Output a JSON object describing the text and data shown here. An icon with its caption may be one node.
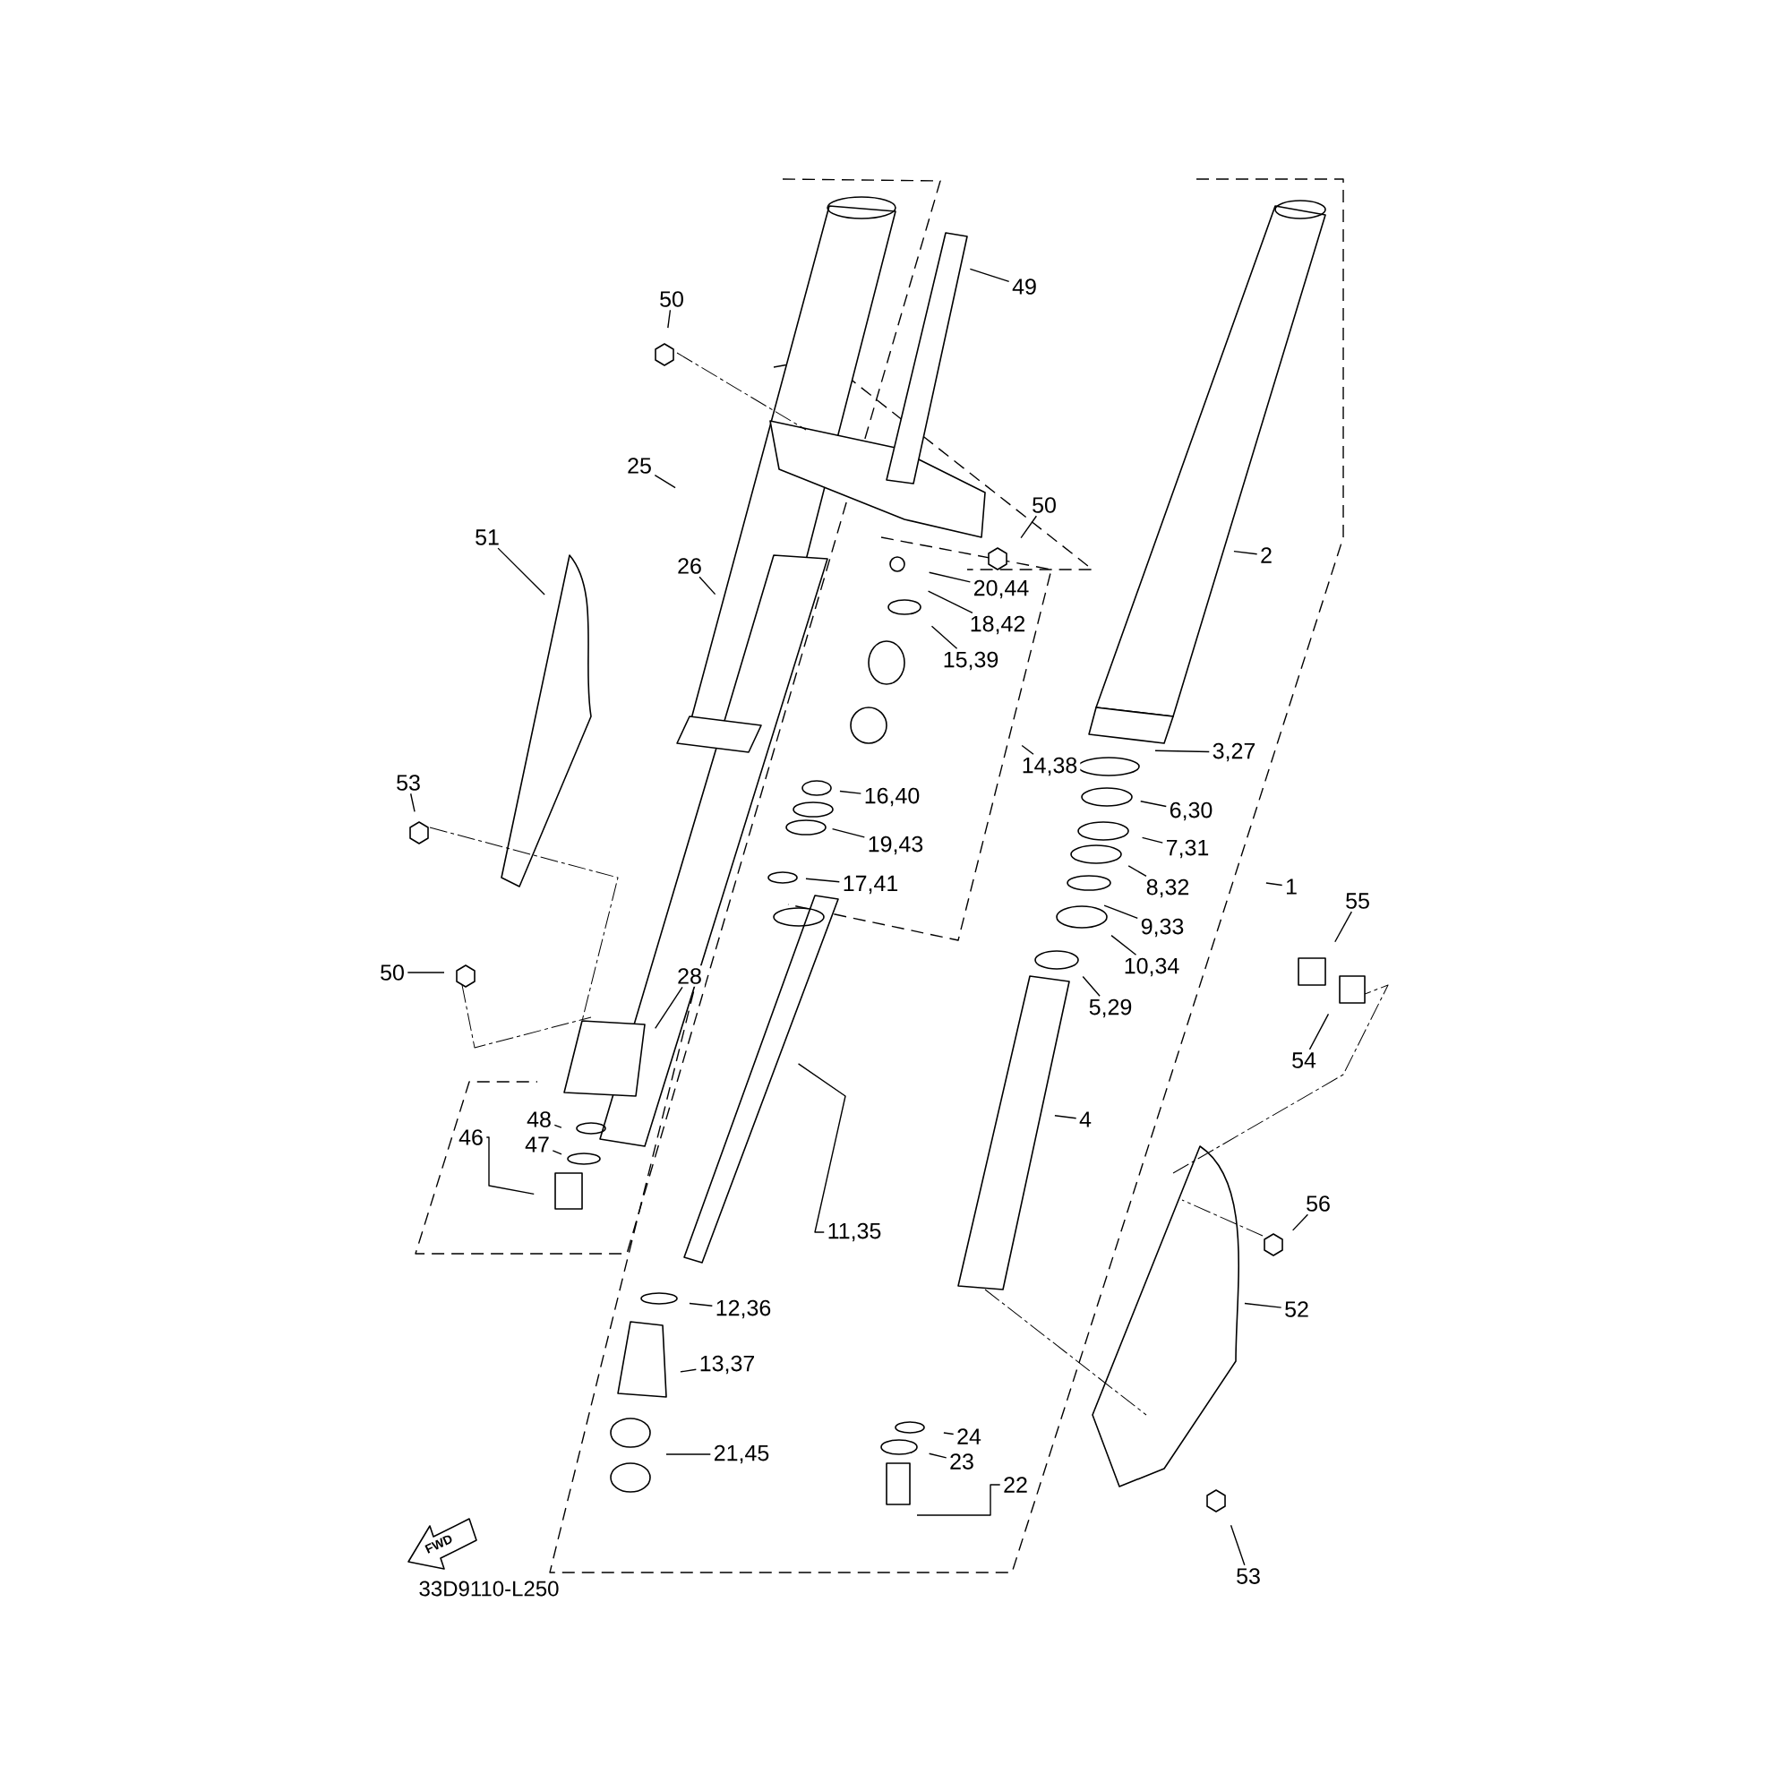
{
  "diagram": {
    "nodes": [
      {
        "text": [
          "50"
        ]
      },
      {
        "text": [
          "49"
        ]
      },
      {
        "text": [
          "25"
        ]
      },
      {
        "text": [
          "26"
        ]
      },
      {
        "text": [
          "51"
        ]
      },
      {
        "text": [
          "50"
        ]
      },
      {
        "text": [
          "20,44"
        ]
      },
      {
        "text": [
          "18,42"
        ]
      },
      {
        "text": [
          "15,39"
        ]
      },
      {
        "text": [
          "14,38"
        ]
      },
      {
        "text": [
          "2"
        ]
      },
      {
        "text": [
          "3,27"
        ]
      },
      {
        "text": [
          "6,30"
        ]
      },
      {
        "text": [
          "7,31"
        ]
      },
      {
        "text": [
          "16,40"
        ]
      },
      {
        "text": [
          "19,43"
        ]
      },
      {
        "text": [
          "17,41"
        ]
      },
      {
        "text": [
          "53"
        ]
      },
      {
        "text": [
          "1"
        ]
      },
      {
        "text": [
          "8,32"
        ]
      },
      {
        "text": [
          "9,33"
        ]
      },
      {
        "text": [
          "10,34"
        ]
      },
      {
        "text": [
          "55"
        ]
      },
      {
        "text": [
          "5,29"
        ]
      },
      {
        "text": [
          "54"
        ]
      },
      {
        "text": [
          "50"
        ]
      },
      {
        "text": [
          "28"
        ]
      },
      {
        "text": [
          "4"
        ]
      },
      {
        "text": [
          "48"
        ]
      },
      {
        "text": [
          "47"
        ]
      },
      {
        "text": [
          "46"
        ]
      },
      {
        "text": [
          "56"
        ]
      },
      {
        "text": [
          "11,35"
        ]
      },
      {
        "text": [
          "52"
        ]
      },
      {
        "text": [
          "12,36"
        ]
      },
      {
        "text": [
          "13,37"
        ]
      },
      {
        "text": [
          "24"
        ]
      },
      {
        "text": [
          "23"
        ]
      },
      {
        "text": [
          "22"
        ]
      },
      {
        "text": [
          "21,45"
        ]
      },
      {
        "text": [
          "53"
        ]
      }
    ],
    "edges": [
      {
        "from": 0,
        "to": null,
        "arrow": "none"
      },
      {
        "from": 1,
        "to": null,
        "arrow": "none"
      },
      {
        "from": 2,
        "to": null,
        "arrow": "none"
      },
      {
        "from": 3,
        "to": null,
        "arrow": "none"
      },
      {
        "from": 4,
        "to": null,
        "arrow": "none"
      },
      {
        "from": 5,
        "to": null,
        "arrow": "none"
      },
      {
        "from": 6,
        "to": null,
        "arrow": "none"
      },
      {
        "from": 7,
        "to": null,
        "arrow": "none"
      },
      {
        "from": 8,
        "to": null,
        "arrow": "none"
      },
      {
        "from": 9,
        "to": null,
        "arrow": "none"
      },
      {
        "from": 10,
        "to": null,
        "arrow": "none"
      },
      {
        "from": 11,
        "to": null,
        "arrow": "none"
      },
      {
        "from": 12,
        "to": null,
        "arrow": "none"
      },
      {
        "from": 13,
        "to": null,
        "arrow": "none"
      },
      {
        "from": 14,
        "to": null,
        "arrow": "none"
      },
      {
        "from": 15,
        "to": null,
        "arrow": "none"
      },
      {
        "from": 16,
        "to": null,
        "arrow": "none"
      },
      {
        "from": 17,
        "to": null,
        "arrow": "none"
      },
      {
        "from": 18,
        "to": null,
        "arrow": "none"
      },
      {
        "from": 19,
        "to": null,
        "arrow": "none"
      },
      {
        "from": 20,
        "to": null,
        "arrow": "none"
      },
      {
        "from": 21,
        "to": null,
        "arrow": "none"
      },
      {
        "from": 22,
        "to": null,
        "arrow": "none"
      },
      {
        "from": 23,
        "to": null,
        "arrow": "none"
      },
      {
        "from": 24,
        "to": null,
        "arrow": "none"
      },
      {
        "from": 25,
        "to": null,
        "arrow": "none"
      },
      {
        "from": 26,
        "to": null,
        "arrow": "none"
      },
      {
        "from": 27,
        "to": null,
        "arrow": "none"
      },
      {
        "from": 28,
        "to": null,
        "arrow": "none"
      },
      {
        "from": 29,
        "to": null,
        "arrow": "none"
      },
      {
        "from": 30,
        "to": null,
        "arrow": "none"
      },
      {
        "from": 31,
        "to": null,
        "arrow": "none"
      },
      {
        "from": 32,
        "to": null,
        "arrow": "none"
      },
      {
        "from": 33,
        "to": null,
        "arrow": "none"
      },
      {
        "from": 34,
        "to": null,
        "arrow": "none"
      },
      {
        "from": 35,
        "to": null,
        "arrow": "none"
      },
      {
        "from": 36,
        "to": null,
        "arrow": "none"
      },
      {
        "from": 37,
        "to": null,
        "arrow": "none"
      },
      {
        "from": 38,
        "to": null,
        "arrow": "none"
      },
      {
        "from": 39,
        "to": null,
        "arrow": "none"
      },
      {
        "from": 40,
        "to": null,
        "arrow": "none"
      }
    ],
    "labels": [
      "FWD",
      "33D9110-L250"
    ]
  }
}
